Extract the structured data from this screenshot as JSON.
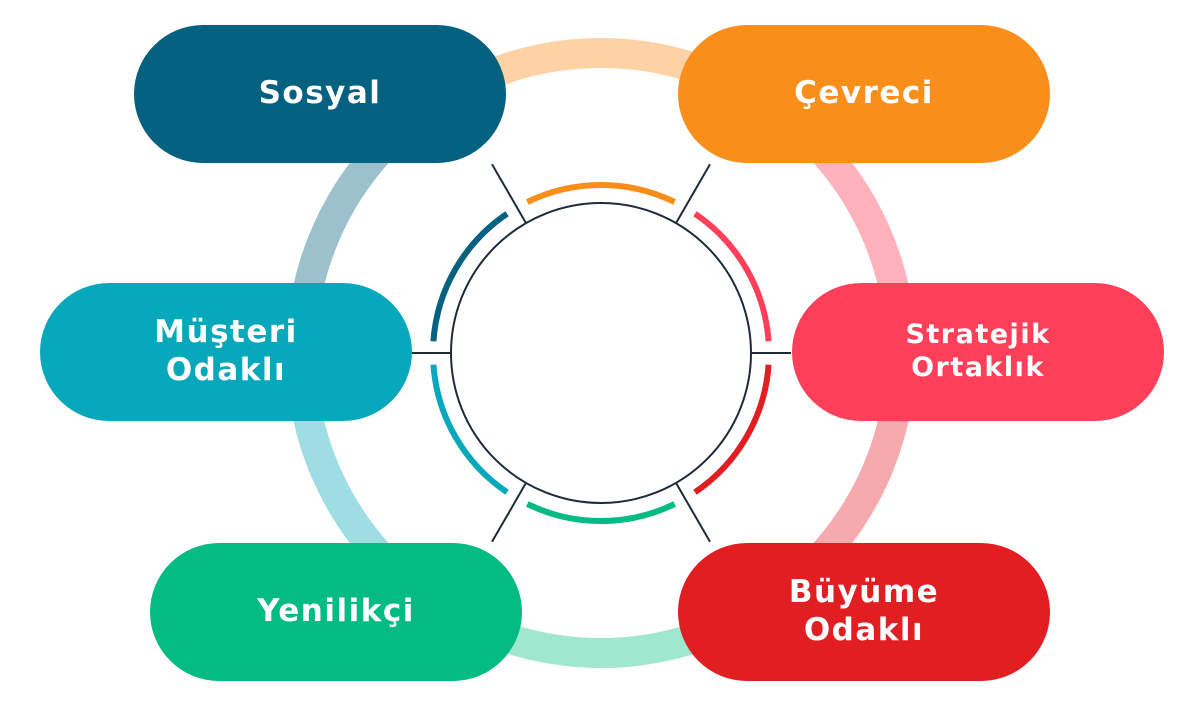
{
  "nodes": [
    {
      "id": "sosyal",
      "label": "Sosyal",
      "color": "#04617f"
    },
    {
      "id": "cevreci",
      "label": "Çevreci",
      "color": "#f98e1a"
    },
    {
      "id": "musteri",
      "label": "Müşteri\nOdaklı",
      "color": "#07a8bc"
    },
    {
      "id": "stratejik",
      "label": "Stratejik\nOrtaklık",
      "color": "#fe3f5a"
    },
    {
      "id": "yenilikci",
      "label": "Yenilikçi",
      "color": "#04bb83"
    },
    {
      "id": "buyume",
      "label": "Büyüme\nOdaklı",
      "color": "#e11e22"
    }
  ],
  "ring_colors": {
    "top": "#ffd2a6",
    "upper_right": "#ffb1bc",
    "lower_right": "#f5aaad",
    "bottom": "#9fe8cf",
    "lower_left": "#9fdde4",
    "upper_left": "#9bc1cc"
  },
  "inner_arc_colors": {
    "top": "#f98e1a",
    "upper_right": "#fe3f5a",
    "lower_right": "#e11e22",
    "bottom": "#04bb83",
    "lower_left": "#07a8bc",
    "upper_left": "#04617f"
  },
  "line_color": "#1d2b3a"
}
